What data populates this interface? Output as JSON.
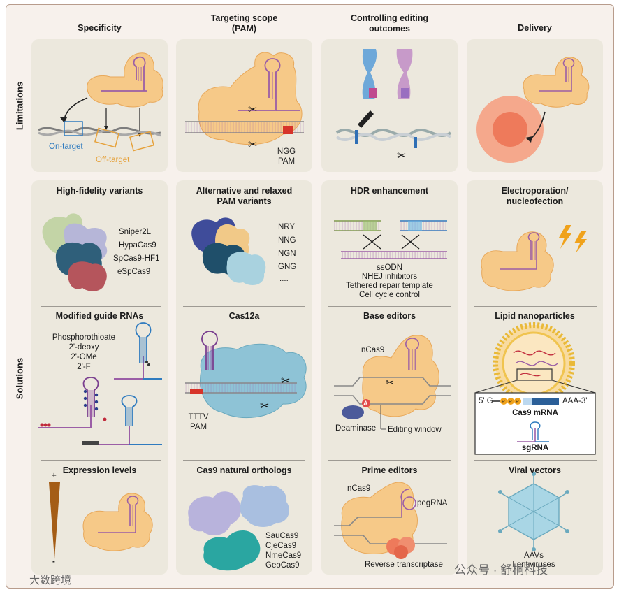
{
  "columns": [
    "Specificity",
    "Targeting scope\n(PAM)",
    "Controlling editing\noutcomes",
    "Delivery"
  ],
  "rows": [
    "Limitations",
    "Solutions"
  ],
  "limitations": {
    "on_target": "On-target",
    "off_target": "Off-target",
    "ngg": "NGG",
    "pam": "PAM"
  },
  "solutions": {
    "specificity": {
      "hifi_title": "High-fidelity variants",
      "hifi_items": [
        "Sniper2L",
        "HypaCas9",
        "SpCas9-HF1",
        "eSpCas9"
      ],
      "guide_title": "Modified guide RNAs",
      "guide_items": [
        "Phosphorothioate",
        "2'-deoxy",
        "2'-OMe",
        "2'-F"
      ],
      "expr_title": "Expression levels",
      "plus": "+",
      "minus": "-"
    },
    "pam": {
      "alt_title": "Alternative and relaxed\nPAM variants",
      "alt_items": [
        "NRY",
        "NNG",
        "NGN",
        "GNG",
        "...."
      ],
      "cas12a_title": "Cas12a",
      "tttv": "TTTV",
      "pam": "PAM",
      "orth_title": "Cas9 natural orthologs",
      "orth_items": [
        "SauCas9",
        "CjeCas9",
        "NmeCas9",
        "GeoCas9"
      ]
    },
    "outcomes": {
      "hdr_title": "HDR enhancement",
      "hdr_items": [
        "ssODN",
        "NHEJ inhibitors",
        "Tethered repair template",
        "Cell cycle control"
      ],
      "base_title": "Base editors",
      "ncas9": "nCas9",
      "a_label": "A",
      "deaminase": "Deaminase",
      "editing_window": "Editing window",
      "prime_title": "Prime editors",
      "prime_ncas9": "nCas9",
      "pegrna": "pegRNA",
      "rt": "Reverse transcriptase"
    },
    "delivery": {
      "electro_title": "Electroporation/\nnucleofection",
      "lnp_title": "Lipid nanoparticles",
      "mrna_5": "5' G",
      "mrna_p": "P",
      "mrna_3": "AAA-3'",
      "cas9_mrna": "Cas9 mRNA",
      "sgrna": "sgRNA",
      "viral_title": "Viral vectors",
      "aavs": "AAVs",
      "lenti": "Lentiviruses"
    }
  },
  "watermarks": {
    "left": "大数跨境",
    "right": "公众号 · 舒桐科技"
  },
  "colors": {
    "background": "#f7f1ec",
    "panel": "#ece8dd",
    "cas9": "#f6c988",
    "cas9_edge": "#e8a85a",
    "rna": "#9b5ea6",
    "blue_box": "#2f7bbf",
    "orange_box": "#e6a23c",
    "pam_red": "#d7342a"
  }
}
